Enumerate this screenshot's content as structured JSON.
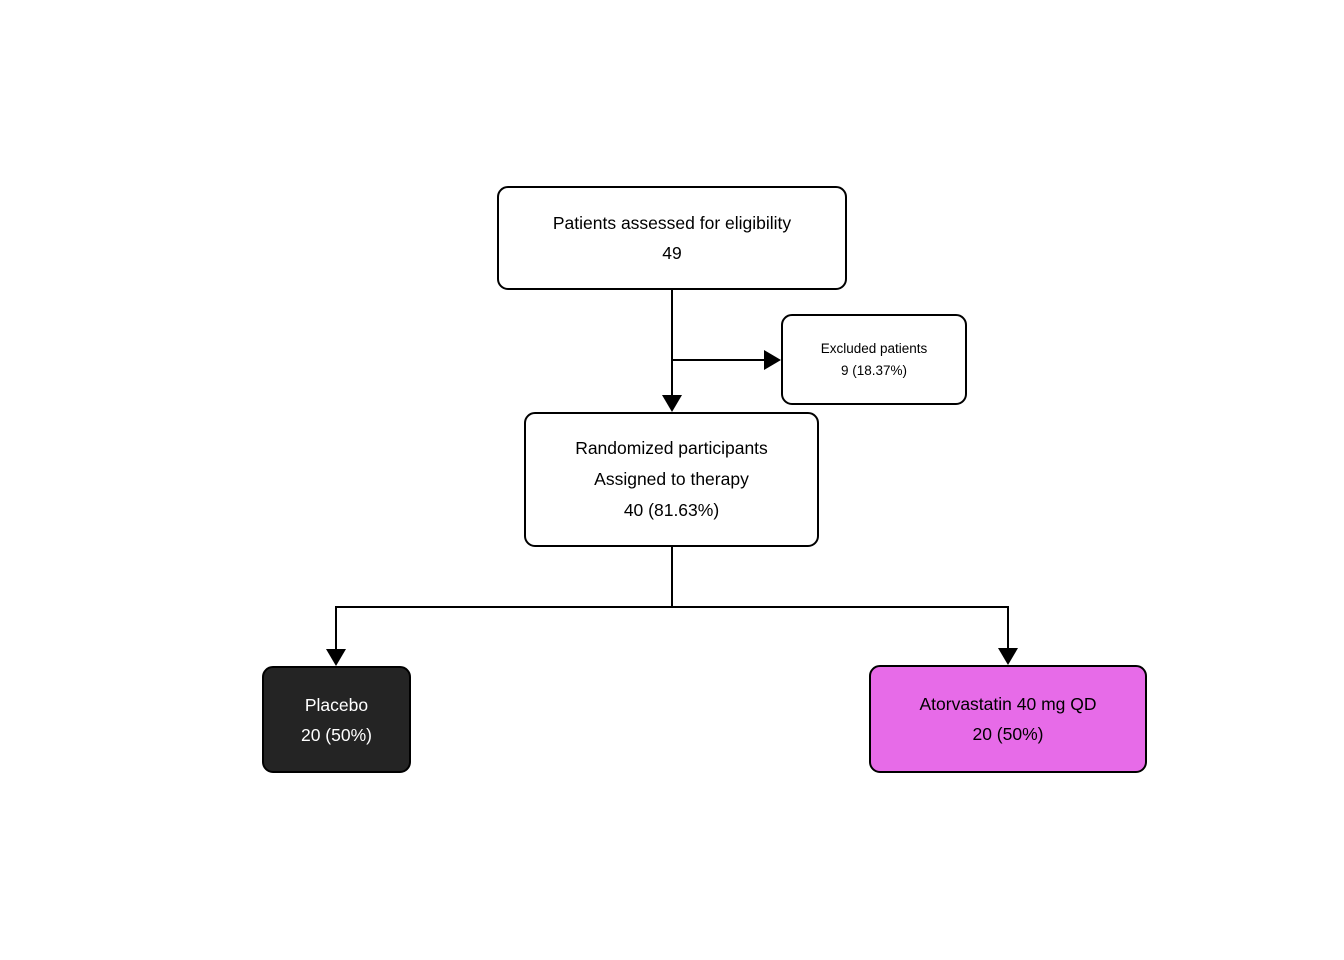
{
  "diagram": {
    "type": "consort-flow",
    "colors": {
      "background": "#ffffff",
      "node_border": "#000000",
      "connector": "#000000",
      "placebo_fill": "#242424",
      "placebo_text": "#ffffff",
      "atorvastatin_fill": "#e76be8",
      "atorvastatin_text": "#000000"
    },
    "nodes": {
      "eligibility": {
        "line1": "Patients assessed for eligibility",
        "line2": "49"
      },
      "excluded": {
        "line1": "Excluded patients",
        "line2": "9 (18.37%)"
      },
      "randomized": {
        "line1": "Randomized participants",
        "line2": "Assigned to therapy",
        "line3": "40 (81.63%)"
      },
      "placebo": {
        "line1": "Placebo",
        "line2": "20 (50%)"
      },
      "atorvastatin": {
        "line1": "Atorvastatin 40 mg QD",
        "line2": "20 (50%)"
      }
    }
  }
}
